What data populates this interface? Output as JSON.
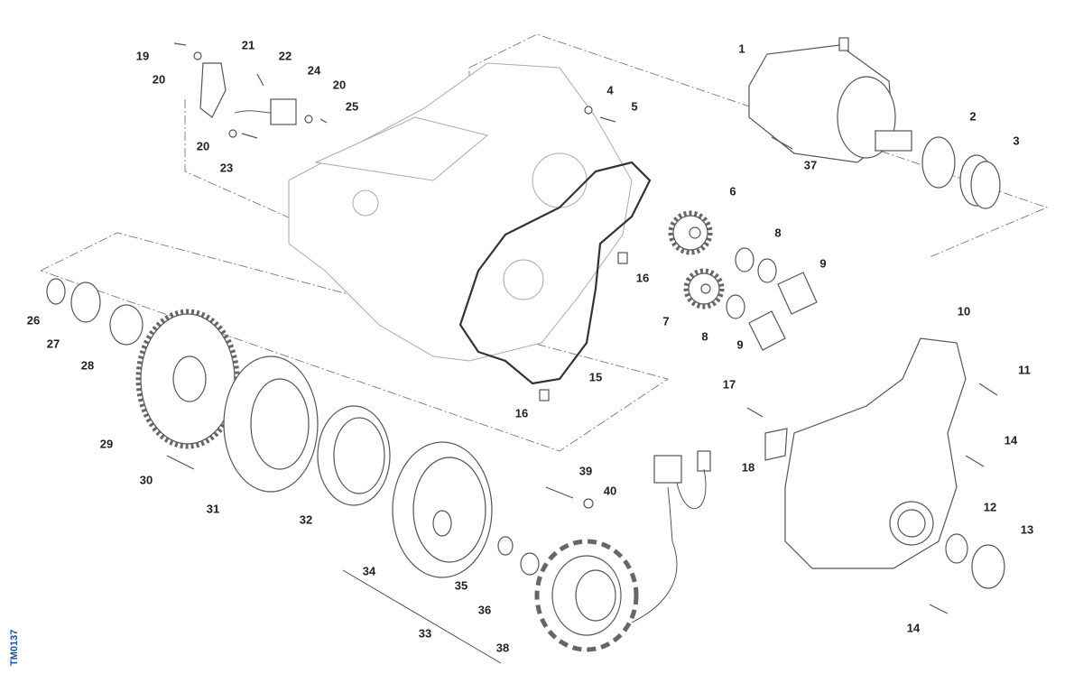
{
  "diagram_code": "TM0137",
  "callouts": [
    "1",
    "2",
    "3",
    "4",
    "5",
    "6",
    "7",
    "8",
    "8",
    "9",
    "9",
    "10",
    "11",
    "12",
    "13",
    "14",
    "14",
    "15",
    "16",
    "16",
    "17",
    "18",
    "19",
    "20",
    "20",
    "20",
    "21",
    "22",
    "23",
    "24",
    "25",
    "26",
    "27",
    "28",
    "29",
    "30",
    "31",
    "32",
    "33",
    "34",
    "35",
    "36",
    "37",
    "38",
    "39",
    "40"
  ],
  "colors": {
    "code": "#1f4e9c",
    "outline": "#555555",
    "gasket": "#333333"
  }
}
